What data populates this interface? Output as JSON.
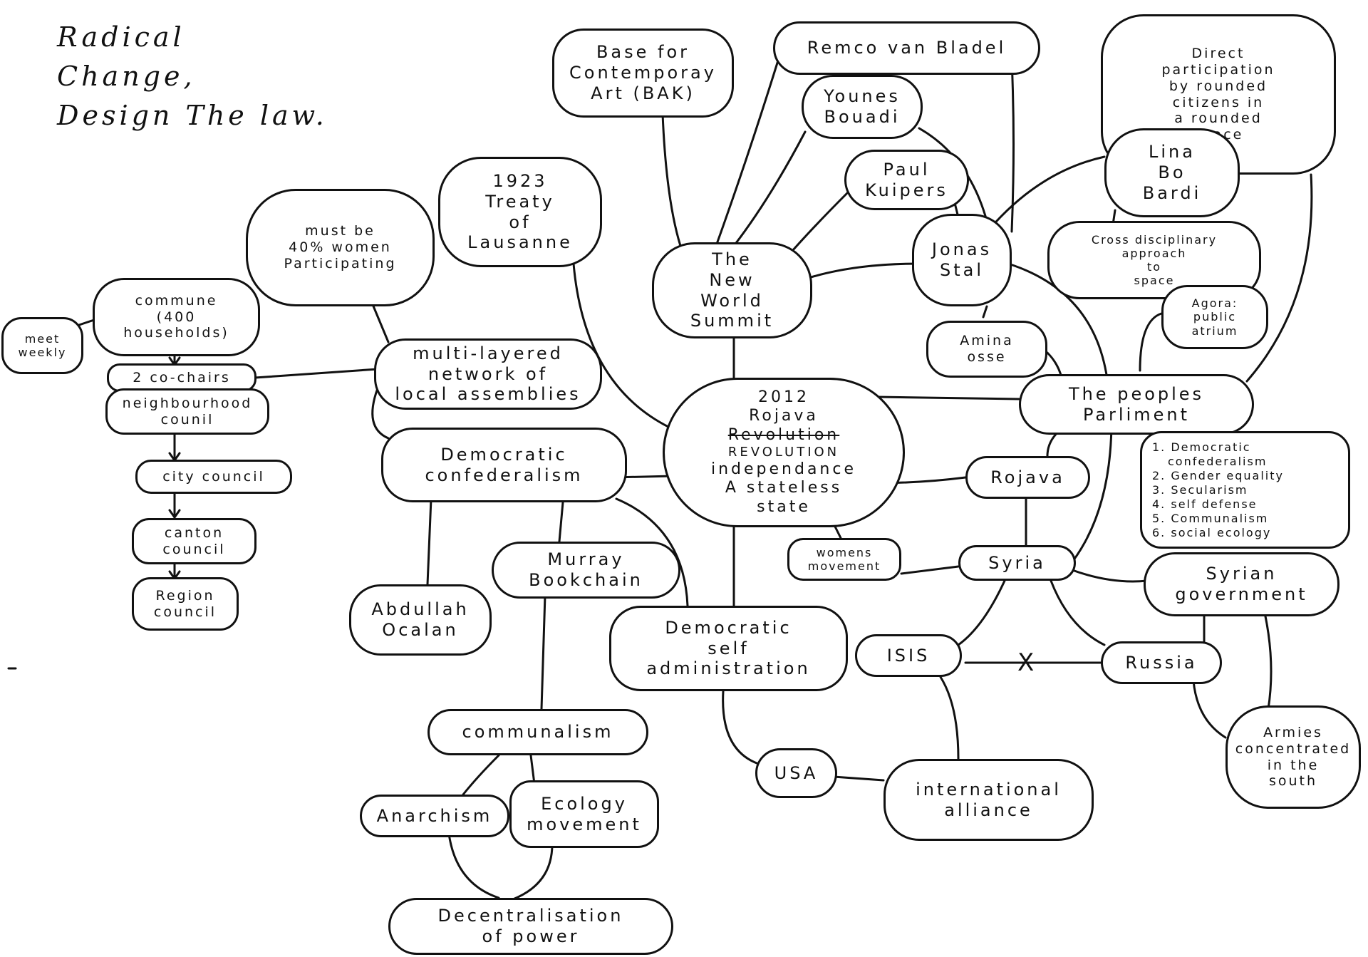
{
  "title": {
    "lines": [
      "Radical",
      "Change,",
      "Design The law."
    ]
  },
  "nodes": {
    "bak": [
      "Base for",
      "Contemporay",
      "Art (BAK)"
    ],
    "remco": [
      "Remco van Bladel"
    ],
    "younes": [
      "Younes",
      "Bouadi"
    ],
    "paul": [
      "Paul",
      "Kuipers"
    ],
    "direct": [
      "Direct",
      "participation",
      "by rounded",
      "citizens in",
      "a rounded",
      "space"
    ],
    "lina": [
      "Lina",
      "Bo",
      "Bardi"
    ],
    "treaty": [
      "1923",
      "Treaty",
      "of",
      "Lausanne"
    ],
    "women40": [
      "must be",
      "40% women",
      "Participating"
    ],
    "commune": [
      "commune",
      "(400",
      "households)"
    ],
    "meet": [
      "meet",
      "weekly"
    ],
    "cochairs": [
      "2 co-chairs"
    ],
    "neighbourhood": [
      "neighbourhood",
      "counil"
    ],
    "city": [
      "city council"
    ],
    "canton": [
      "canton",
      "council"
    ],
    "region": [
      "Region",
      "council"
    ],
    "newworld": [
      "The",
      "New",
      "World",
      "Summit"
    ],
    "jonas": [
      "Jonas",
      "Stal"
    ],
    "cross": [
      "Cross disciplinary",
      "approach",
      "to",
      "space"
    ],
    "agora": [
      "Agora:",
      "public",
      "atrium"
    ],
    "amina": [
      "Amina",
      "osse"
    ],
    "multi": [
      "multi-layered",
      "network of",
      "local assemblies"
    ],
    "rojava2012": {
      "year": "2012",
      "line1": "Rojava",
      "struck": "Revolution",
      "line2": "REVOLUTION",
      "line3": "independance",
      "line4": "A stateless",
      "line5": "state"
    },
    "peoples": [
      "The peoples",
      "Parliment"
    ],
    "principles": [
      "1. Democratic",
      "confederalism",
      "2. Gender equality",
      "3. Secularism",
      "4. self defense",
      "5. Communalism",
      "6. social ecology"
    ],
    "democonf": [
      "Democratic",
      "confederalism"
    ],
    "rojava": [
      "Rojava"
    ],
    "murray": [
      "Murray",
      "Bookchain"
    ],
    "womens": [
      "womens",
      "movement"
    ],
    "syria": [
      "Syria"
    ],
    "syriangov": [
      "Syrian",
      "government"
    ],
    "abdullah": [
      "Abdullah",
      "Ocalan"
    ],
    "dsa": [
      "Democratic",
      "self",
      "administration"
    ],
    "isis": [
      "ISIS"
    ],
    "russia": [
      "Russia"
    ],
    "armies": [
      "Armies",
      "concentrated",
      "in the",
      "south"
    ],
    "communalism": [
      "communalism"
    ],
    "usa": [
      "USA"
    ],
    "intl": [
      "international",
      "alliance"
    ],
    "anarchism": [
      "Anarchism"
    ],
    "ecology": [
      "Ecology",
      "movement"
    ],
    "decentral": [
      "Decentralisation",
      "of power"
    ]
  },
  "cross_mark": "X"
}
